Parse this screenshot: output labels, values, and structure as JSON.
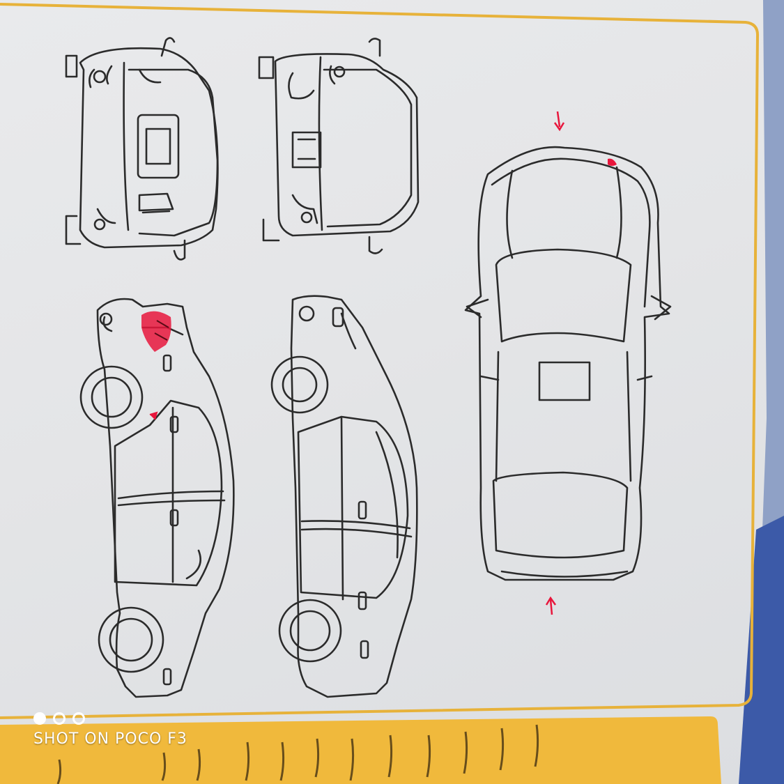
{
  "watermark": {
    "text": "SHOT ON POCO F3",
    "dots": [
      "filled",
      "empty",
      "empty"
    ]
  },
  "colors": {
    "card_border": "#e7b23a",
    "line_art": "#2b2b2b",
    "damage_marker": "#e8163c",
    "info_bar": "#f0b93c"
  },
  "diagram": {
    "views": [
      "rear-view",
      "front-view",
      "left-side-view",
      "right-side-view",
      "top-view"
    ],
    "damage_marks": [
      "red-arrow-top",
      "red-arrow-bottom",
      "red-mark-left-side",
      "red-mark-roof"
    ]
  }
}
